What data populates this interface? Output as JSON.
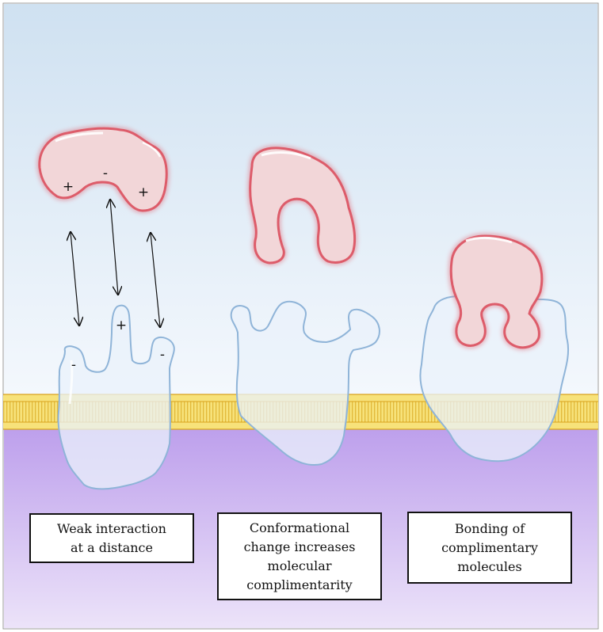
{
  "colors": {
    "sky_top": "#cfe1f1",
    "sky_bottom": "#f4f8fd",
    "cytoplasm_top": "#bd9fec",
    "cytoplasm_bottom": "#ece3f9",
    "membrane_fill": "#f7e27a",
    "membrane_stripe": "#e2b93a",
    "membrane_edge": "#d9a21c",
    "ligand_fill": "#f2d6d8",
    "ligand_edge": "#dd5c6a",
    "receptor_fill": "#e9f1fb",
    "receptor_edge": "#8fb4d8"
  },
  "stages": [
    {
      "caption": "Weak interaction\nat a distance",
      "ligand_charges": [
        "+",
        "-",
        "+"
      ],
      "receptor_charges": [
        "-",
        "+",
        "-"
      ]
    },
    {
      "caption": "Conformational\nchange increases\nmolecular\ncomplimentarity"
    },
    {
      "caption": "Bonding of\ncomplimentary\nmolecules"
    }
  ]
}
